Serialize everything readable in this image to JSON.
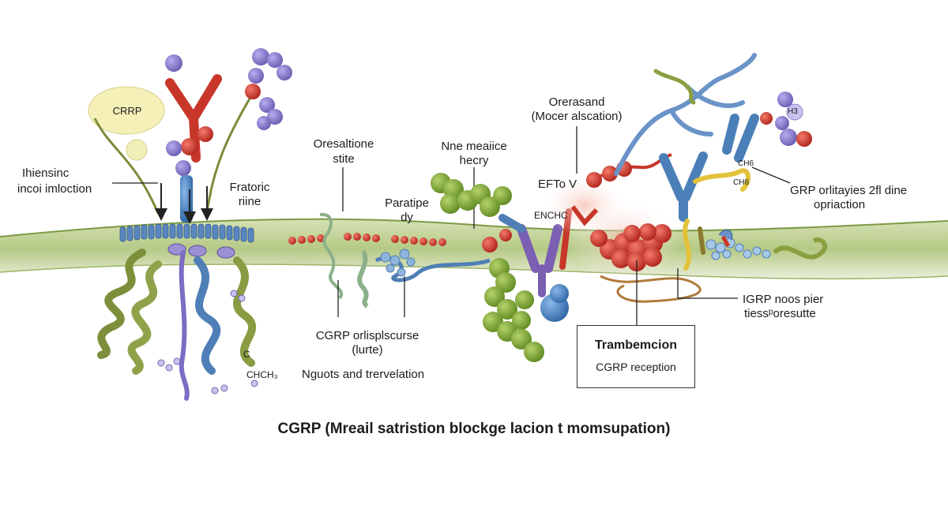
{
  "labels": {
    "crrp": "CRRP",
    "left_label_line1": "Ihiensinc",
    "left_label_line2": "incoi imloction",
    "fratoric_line1": "Fratoric",
    "fratoric_line2": "riine",
    "oresaltione_line1": "Oresaltione",
    "oresaltione_line2": "stite",
    "paratipe_line1": "Paratipe",
    "paratipe_line2": "dy",
    "nne_line1": "Nne meaiice",
    "nne_line2": "hecry",
    "orerasand_line1": "Orerasand",
    "orerasand_line2": "(Mocer alscation)",
    "efto": "EFTo V",
    "enchc": "ENCHC",
    "grp_line1": "GRP orlitayies 2fl dine",
    "grp_line2": "opriaction",
    "cgrp_orl_line1": "CGRP orlisplscurse",
    "cgrp_orl_line2": "(lurte)",
    "nguots": "Nguots and trervelation",
    "igrp_line1": "IGRP noos pier",
    "igrp_line2": "tiessᵖoresutte",
    "c_small": "C",
    "chch3": "CHCH₃",
    "ch6_1": "CH6",
    "ch6_2": "CH6",
    "h3": "H3"
  },
  "box": {
    "title": "Trambemcion",
    "subtitle": "CGRP reception"
  },
  "caption": "CGRP (Mreail satristion blockge lacion t momsupation)",
  "colors": {
    "membrane": "#a8c070",
    "membrane_dark": "#6f8c3a",
    "red_particle": "#c8322a",
    "purple_particle": "#8a7ccf",
    "green_particle": "#7fa23a",
    "blue_receptor": "#4b7fb8",
    "yellow_strand": "#e2c23a",
    "helix_green": "#7d8f3a"
  }
}
